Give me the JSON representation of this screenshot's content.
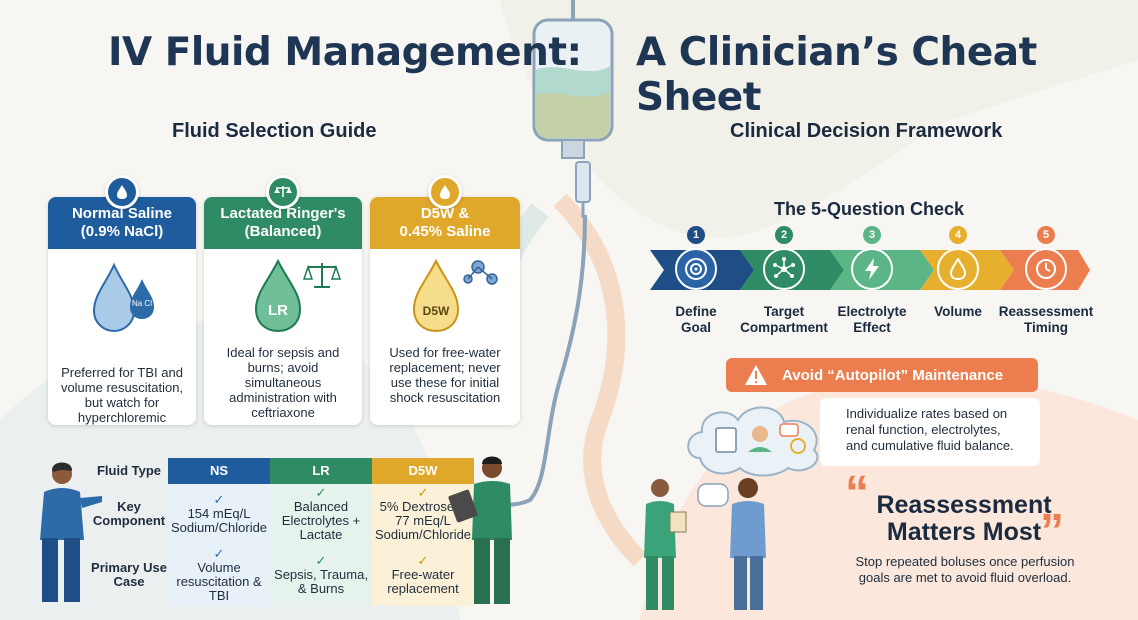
{
  "title": {
    "left": "IV Fluid Management:",
    "right": "A Clinician’s Cheat Sheet"
  },
  "fluid_guide": {
    "heading": "Fluid Selection Guide",
    "cards": [
      {
        "head_line1": "Normal Saline",
        "head_line2": "(0.9% NaCl)",
        "drop_label": "Na Cl",
        "desc": "Preferred for TBI and volume resuscitation, but watch for hyperchloremic acidosis",
        "color": "#1f5c9e"
      },
      {
        "head_line1": "Lactated Ringer's",
        "head_line2": "(Balanced)",
        "drop_label": "LR",
        "desc": "Ideal for sepsis and burns; avoid simultaneous administration with ceftriaxone",
        "color": "#2e8b63"
      },
      {
        "head_line1": "D5W &",
        "head_line2": "0.45% Saline",
        "drop_label": "D5W",
        "desc": "Used for free-water replacement; never use these for initial shock resuscitation",
        "color": "#e0a82a"
      }
    ]
  },
  "fluid_table": {
    "corner": "Fluid Type",
    "columns": [
      "NS",
      "LR",
      "D5W"
    ],
    "rows": [
      {
        "label": "Key Component",
        "cells": [
          "154 mEq/L Sodium/Chloride",
          "Balanced Electrolytes + Lactate",
          "5% Dextrose & 77 mEq/L Sodium/Chloride"
        ]
      },
      {
        "label": "Primary Use Case",
        "cells": [
          "Volume resuscitation & TBI",
          "Sepsis, Trauma, & Burns",
          "Free-water replacement"
        ]
      }
    ]
  },
  "framework": {
    "heading": "Clinical Decision Framework",
    "check_title": "The 5-Question Check",
    "steps": [
      {
        "num": "1",
        "label_line1": "Define",
        "label_line2": "Goal",
        "icon": "target-icon",
        "color": "#1f4e86"
      },
      {
        "num": "2",
        "label_line1": "Target",
        "label_line2": "Compartment",
        "icon": "molecule-icon",
        "color": "#2e8b63"
      },
      {
        "num": "3",
        "label_line1": "Electrolyte",
        "label_line2": "Effect",
        "icon": "lightning-icon",
        "color": "#4caf7a"
      },
      {
        "num": "4",
        "label_line1": "Volume",
        "label_line2": "",
        "icon": "drop-icon",
        "color": "#e6b02e"
      },
      {
        "num": "5",
        "label_line1": "Reassessment",
        "label_line2": "Timing",
        "icon": "clock-icon",
        "color": "#ec7d4e"
      }
    ]
  },
  "warning": {
    "title": "Avoid “Autopilot” Maintenance",
    "text_lines": [
      "Individualize rates based on",
      "renal function, electrolytes,",
      "and cumulative fluid balance."
    ]
  },
  "reassess": {
    "quote_open": "“",
    "quote_close": "”",
    "title_line1": "Reassessment",
    "title_line2": "Matters Most",
    "text_line1": "Stop repeated boluses once perfusion",
    "text_line2": "goals are met to avoid fluid overload."
  },
  "colors": {
    "navy": "#1e3553",
    "blue": "#1f5c9e",
    "green": "#2e8b63",
    "gold": "#e0a82a",
    "orange": "#ec7d4e"
  }
}
